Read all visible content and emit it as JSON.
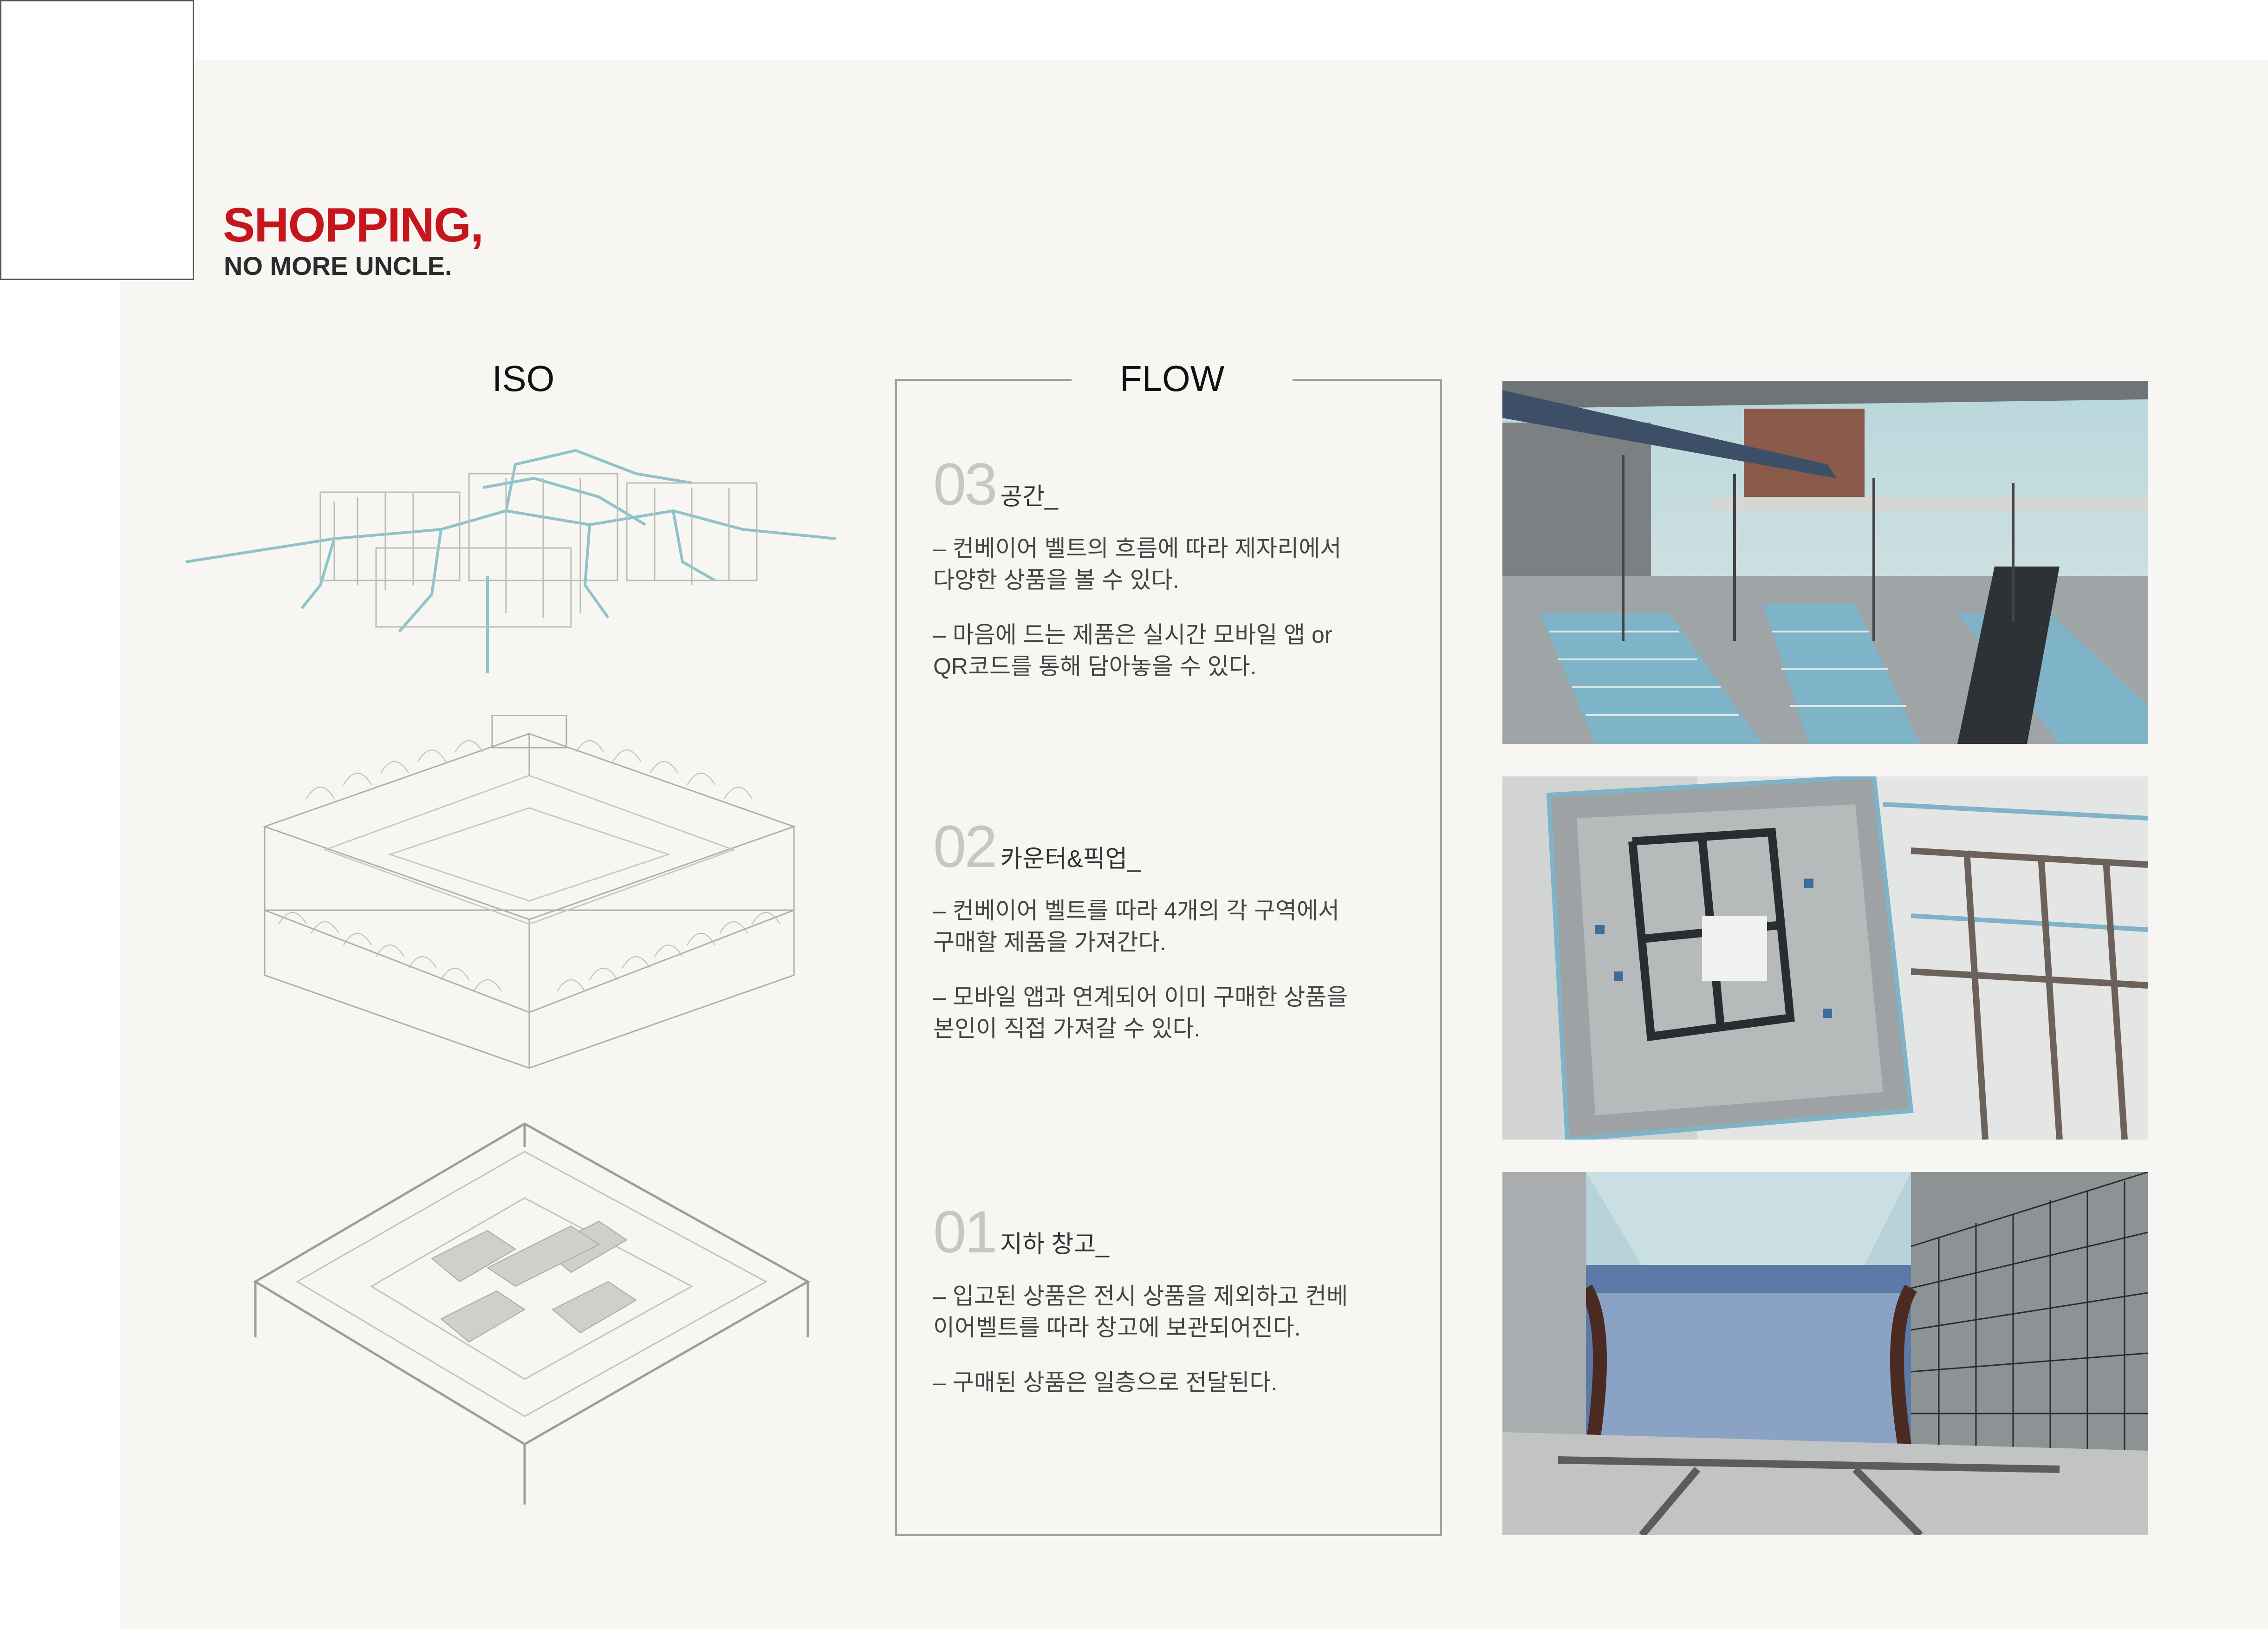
{
  "header": {
    "title": "SHOPPING,",
    "subtitle": "NO MORE UNCLE."
  },
  "iso": {
    "heading": "ISO"
  },
  "flow": {
    "heading": "FLOW",
    "steps": [
      {
        "number": "03",
        "title": "공간_",
        "lines": [
          "– 컨베이어 벨트의 흐름에 따라  제자리에서",
          "다양한 상품을 볼 수 있다.",
          "– 마음에 드는 제품은 실시간 모바일 앱 or",
          "QR코드를 통해 담아놓을 수 있다."
        ]
      },
      {
        "number": "02",
        "title": "카운터&픽업_",
        "lines": [
          "– 컨베이어 벨트를 따라 4개의 각 구역에서",
          "구매할 제품을 가져간다.",
          "– 모바일 앱과 연계되어 이미 구매한 상품을",
          "본인이 직접 가져갈 수 있다."
        ]
      },
      {
        "number": "01",
        "title": "지하 창고_",
        "lines": [
          "– 입고된 상품은 전시 상품을 제외하고 컨베",
          "이어벨트를 따라 창고에 보관되어진다.",
          "– 구매된 상품은 일층으로 전달된다."
        ]
      }
    ]
  },
  "colors": {
    "accent": "#c4161c",
    "sheet_background": "#f7f6f2",
    "frame": "#9aa3a0",
    "conveyor_blue": "#7fb3c8"
  }
}
